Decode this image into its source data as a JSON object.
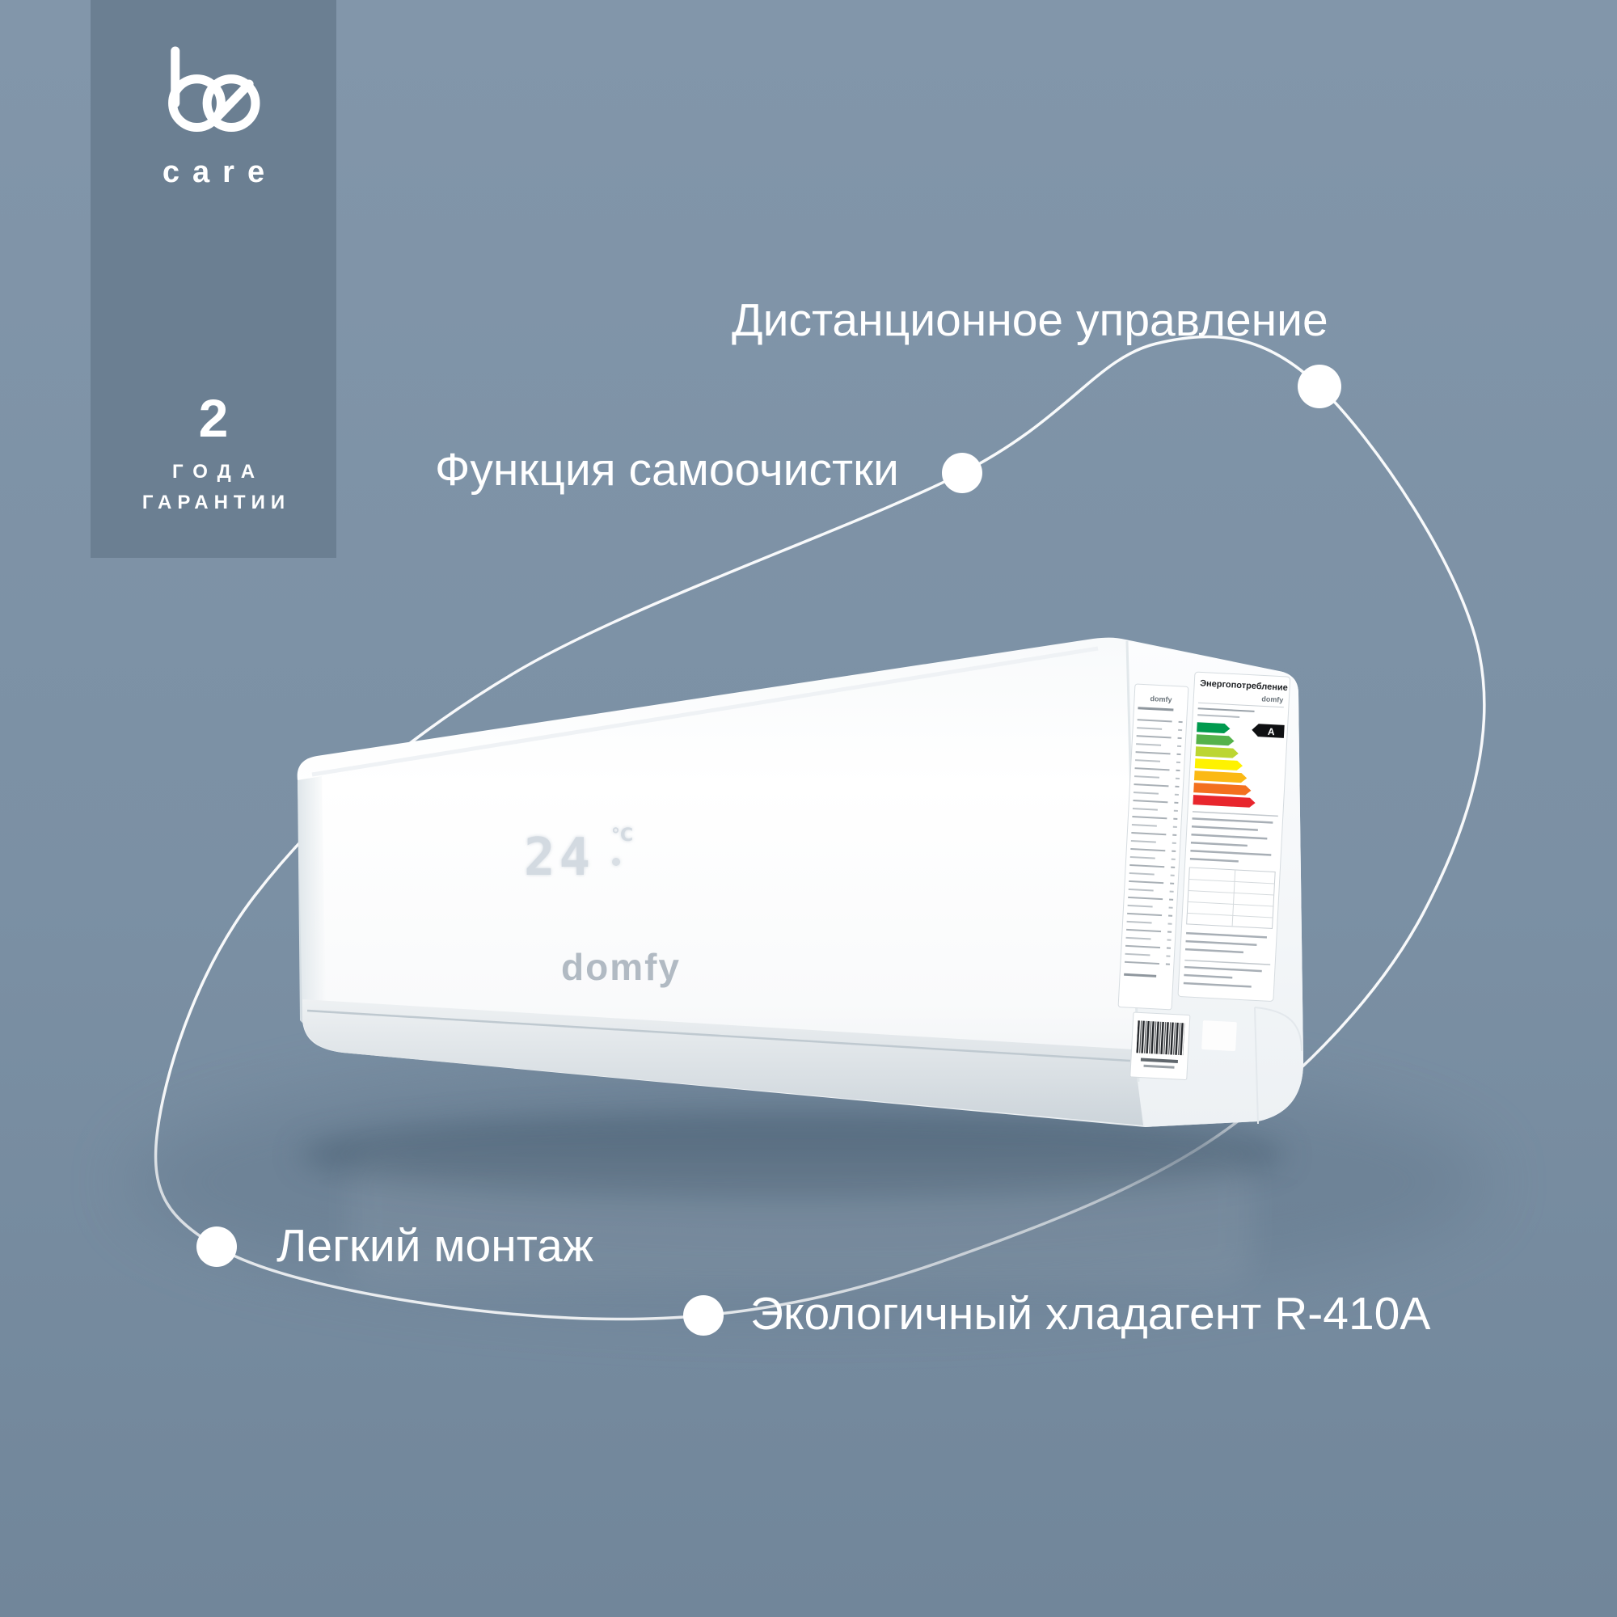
{
  "colors": {
    "background_top": "#8296aa",
    "background_mid": "#7b90a4",
    "background_bottom": "#71869a",
    "ribbon": "#6b7f92",
    "text": "#ffffff",
    "energy_bars": [
      "#009a4e",
      "#55b24b",
      "#bcd632",
      "#fef200",
      "#fbb914",
      "#f3701f",
      "#e8262d"
    ]
  },
  "ribbon": {
    "logo": "do-monogram",
    "brand_word": "care",
    "warranty_number": "2",
    "warranty_line1": "ГОДА",
    "warranty_line2": "ГАРАНТИИ"
  },
  "callouts": [
    {
      "id": "remote-control",
      "label": "Дистанционное управление"
    },
    {
      "id": "self-cleaning",
      "label": "Функция самоочистки"
    },
    {
      "id": "easy-mounting",
      "label": "Легкий монтаж"
    },
    {
      "id": "eco-refrigerant",
      "label": "Экологичный хладагент R-410A"
    }
  ],
  "product": {
    "brand": "domfy",
    "display": {
      "temperature": "24",
      "unit": "°C"
    },
    "energy_label": {
      "title": "Энергопотребление",
      "efficiency_class": "A"
    }
  }
}
